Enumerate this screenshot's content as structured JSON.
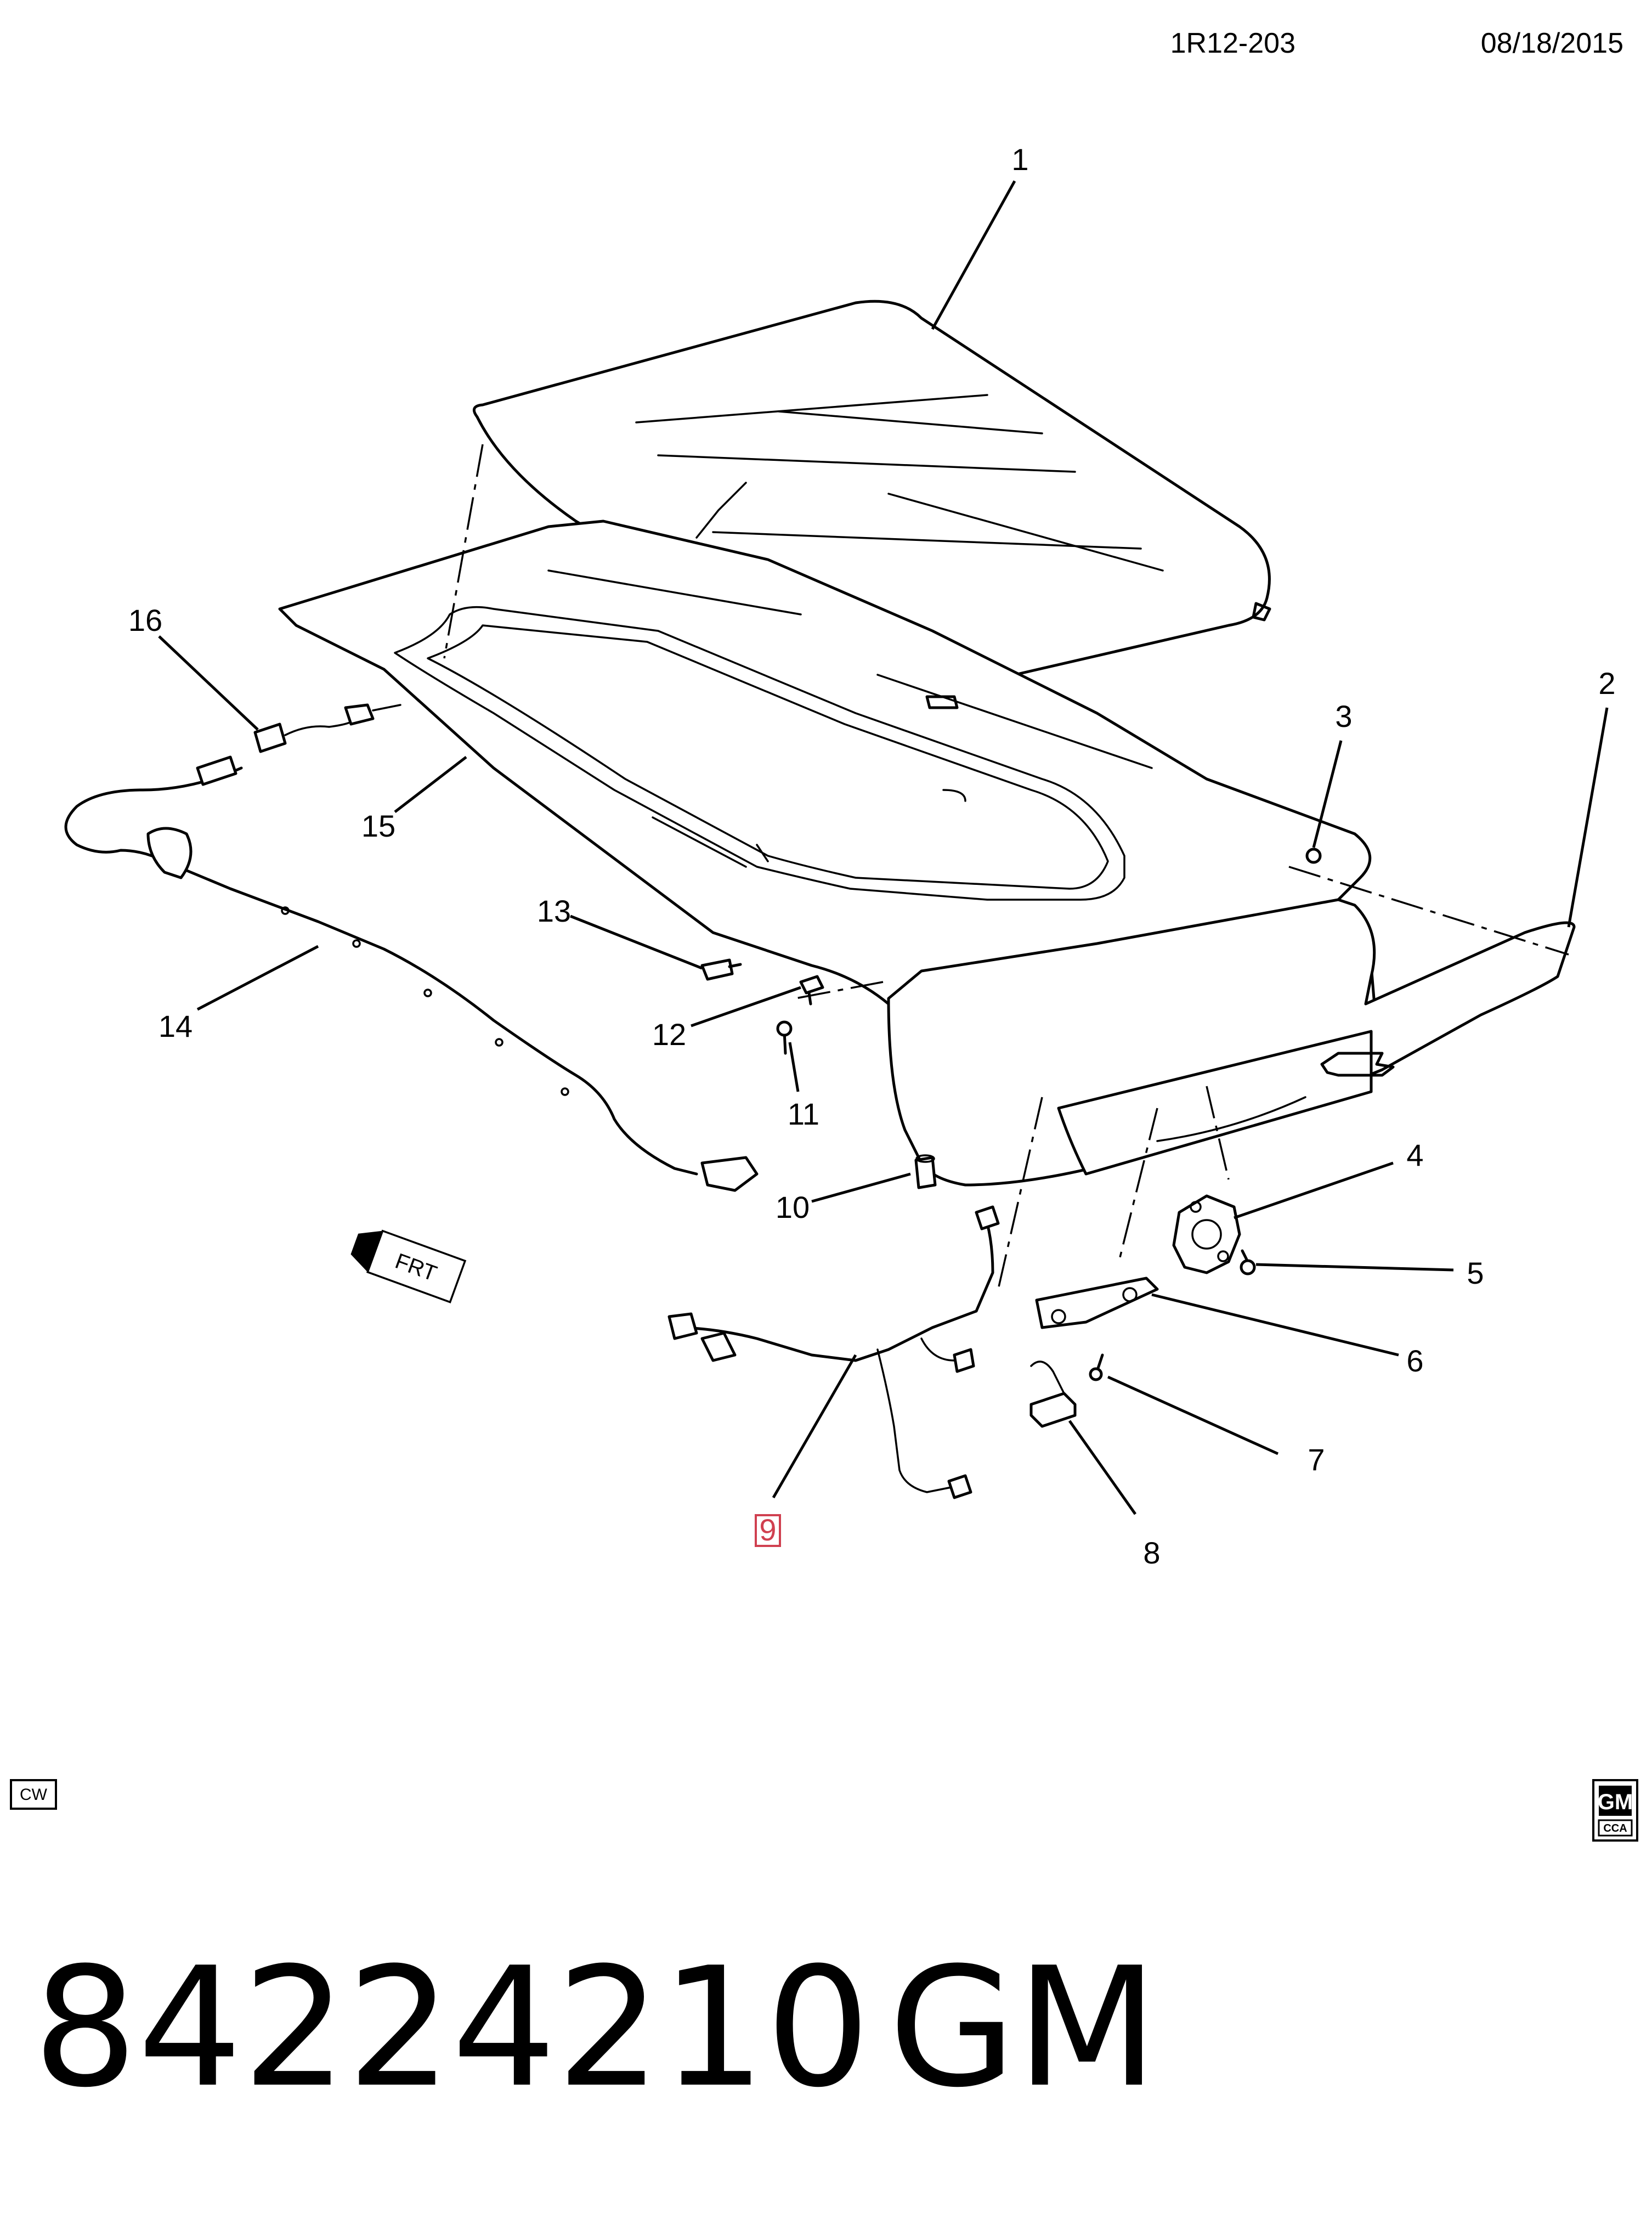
{
  "header": {
    "code": "1R12-203",
    "date": "08/18/2015"
  },
  "callouts": [
    {
      "label": "1"
    },
    {
      "label": "2"
    },
    {
      "label": "3"
    },
    {
      "label": "4"
    },
    {
      "label": "5"
    },
    {
      "label": "6"
    },
    {
      "label": "7"
    },
    {
      "label": "8"
    },
    {
      "label": "9",
      "highlighted": true
    },
    {
      "label": "10"
    },
    {
      "label": "11"
    },
    {
      "label": "12"
    },
    {
      "label": "13"
    },
    {
      "label": "14"
    },
    {
      "label": "15"
    },
    {
      "label": "16"
    }
  ],
  "direction_marker": "FRT",
  "corner_box": "CW",
  "logo": {
    "mark": "GM",
    "sub": "CCA"
  },
  "footer": {
    "part_number": "84224210",
    "brand": "GM"
  },
  "colors": {
    "line": "#000000",
    "highlight": "#d04050",
    "background": "#ffffff"
  }
}
